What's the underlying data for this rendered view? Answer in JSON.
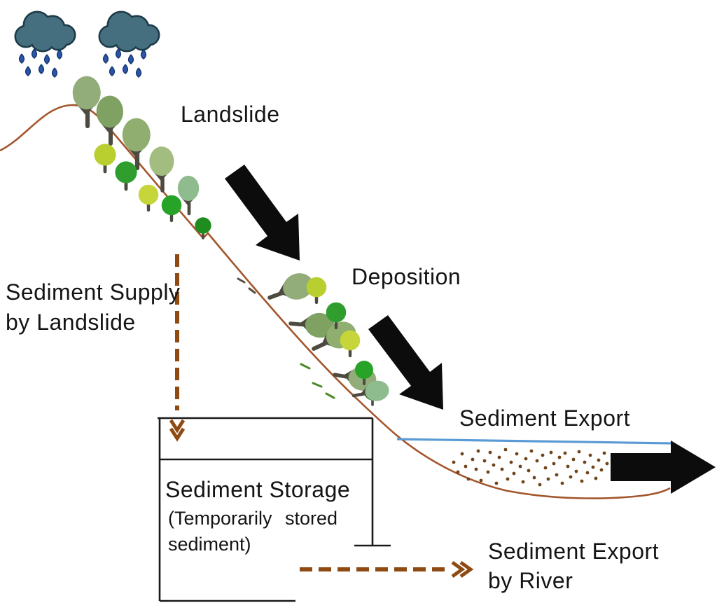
{
  "labels": {
    "landslide": "Landslide",
    "deposition": "Deposition",
    "sediment_export": "Sediment Export",
    "sediment_supply_line1": "Sediment Supply",
    "sediment_supply_line2": "by Landslide",
    "storage_title": "Sediment Storage",
    "storage_sub_line1": "(Temporarily stored",
    "storage_sub_line2": "sediment)",
    "export_river_line1": "Sediment Export",
    "export_river_line2": "by River"
  },
  "colors": {
    "slope_line": "#a3562b",
    "dashed_arrow": "#8f4a12",
    "river_line": "#5b9bd5",
    "black_arrow": "#0c0c0c",
    "sediment_dots": "#6f4418",
    "cloud_fill": "#456f7e",
    "rain_drop": "#2b55a6",
    "storage_box_line": "#1a1a1a"
  }
}
